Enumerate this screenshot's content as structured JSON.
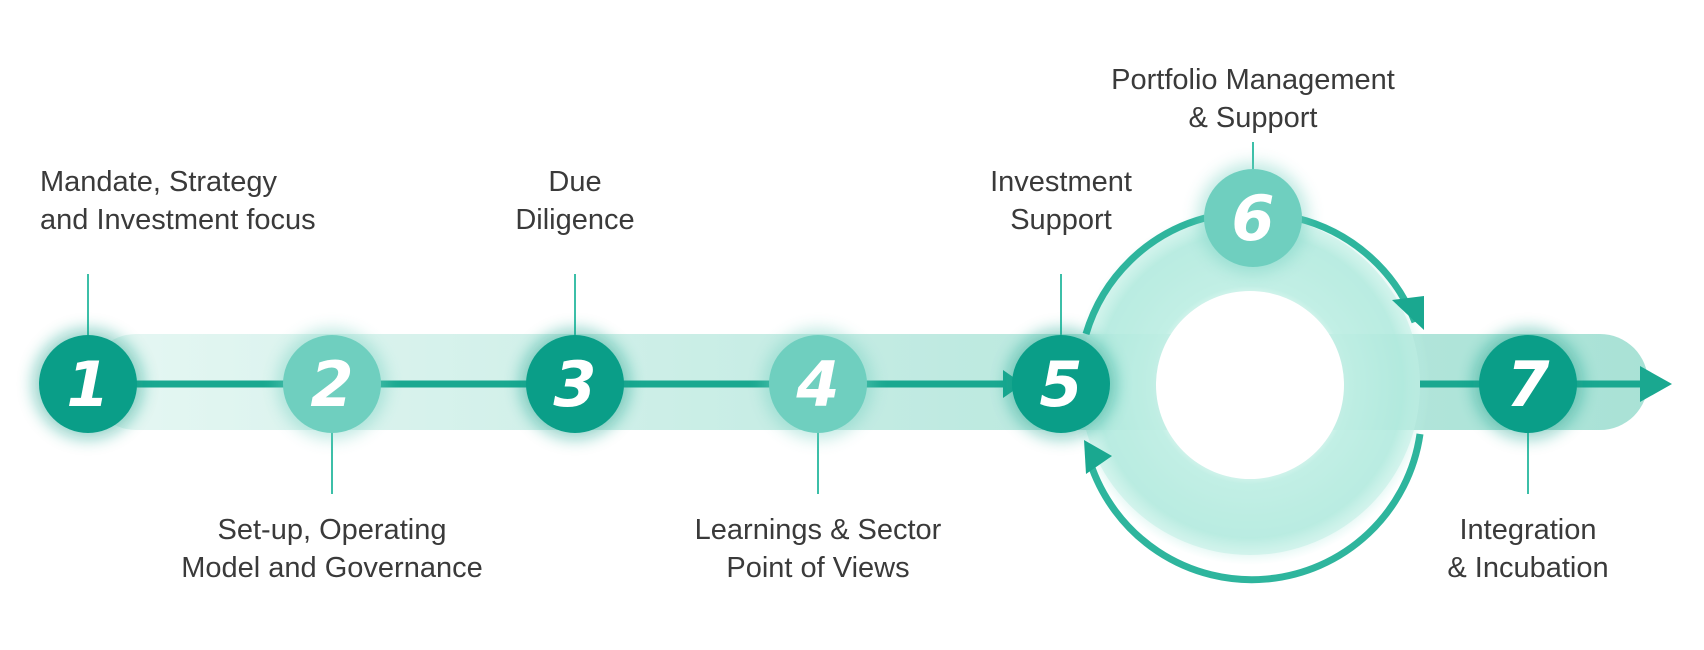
{
  "colors": {
    "dark_teal": "#0a9e88",
    "light_teal": "#6fcfbf",
    "band": "#c4ece4",
    "stem": "#3cbfa8",
    "text": "#3a3a3a"
  },
  "steps": [
    {
      "number": "1",
      "label_lines": [
        "Mandate, Strategy",
        "and Investment focus"
      ],
      "tone": "dark"
    },
    {
      "number": "2",
      "label_lines": [
        "Set-up, Operating",
        "Model and Governance"
      ],
      "tone": "light"
    },
    {
      "number": "3",
      "label_lines": [
        "Due",
        "Diligence"
      ],
      "tone": "dark"
    },
    {
      "number": "4",
      "label_lines": [
        "Learnings & Sector",
        "Point of Views"
      ],
      "tone": "light"
    },
    {
      "number": "5",
      "label_lines": [
        "Investment",
        "Support"
      ],
      "tone": "dark"
    },
    {
      "number": "6",
      "label_lines": [
        "Portfolio Management",
        "& Support"
      ],
      "tone": "light"
    },
    {
      "number": "7",
      "label_lines": [
        "Integration",
        "& Incubation"
      ],
      "tone": "dark"
    }
  ]
}
